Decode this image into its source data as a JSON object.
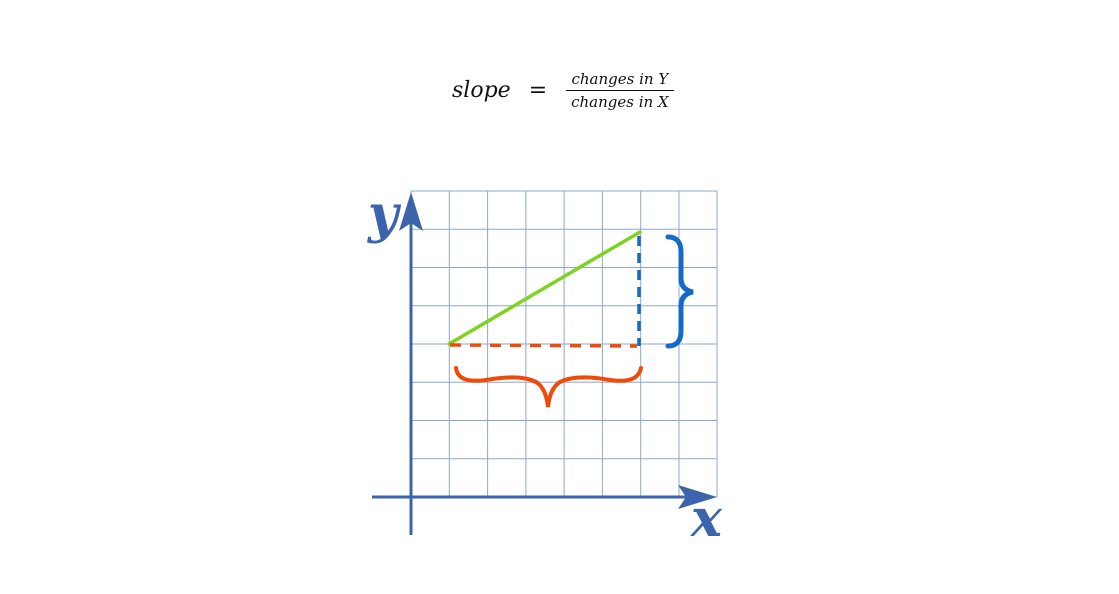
{
  "formula": {
    "lhs": "slope",
    "equals": "=",
    "numerator": "changes in Y",
    "denominator": "changes in X"
  },
  "axes": {
    "y_label": "y",
    "x_label": "x"
  },
  "colors": {
    "grid": "#8ea7cf",
    "axis": "#3b64ad",
    "slope_line": "#7ed321",
    "rise": "#1569c7",
    "run": "#f04a0a"
  }
}
